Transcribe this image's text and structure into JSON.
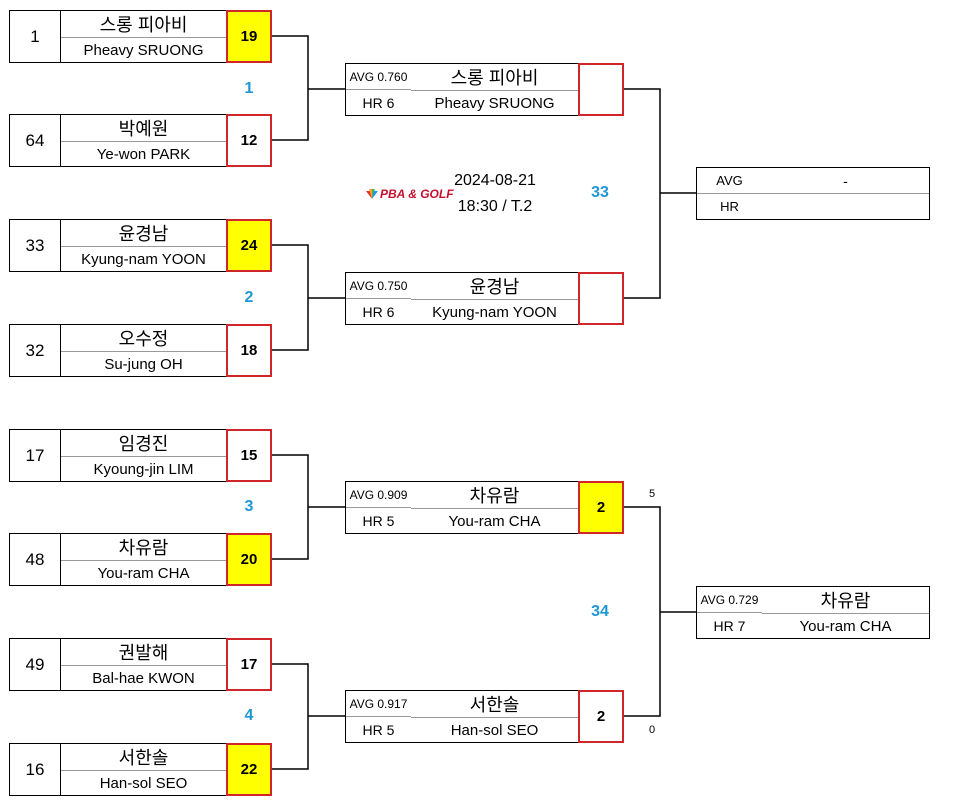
{
  "event": {
    "date": "2024-08-21",
    "time_table": "18:30 / T.2",
    "logo_text": "PBA & GOLF"
  },
  "colors": {
    "match_number": "#1f97d6",
    "winner_fill": "#ffff00",
    "score_border": "#d0262a"
  },
  "round1": [
    {
      "seed": "1",
      "name_kr": "스롱 피아비",
      "name_en": "Pheavy SRUONG",
      "score": "19",
      "winner": true
    },
    {
      "seed": "64",
      "name_kr": "박예원",
      "name_en": "Ye-won PARK",
      "score": "12",
      "winner": false
    },
    {
      "seed": "33",
      "name_kr": "윤경남",
      "name_en": "Kyung-nam YOON",
      "score": "24",
      "winner": true
    },
    {
      "seed": "32",
      "name_kr": "오수정",
      "name_en": "Su-jung OH",
      "score": "18",
      "winner": false
    },
    {
      "seed": "17",
      "name_kr": "임경진",
      "name_en": "Kyoung-jin LIM",
      "score": "15",
      "winner": false
    },
    {
      "seed": "48",
      "name_kr": "차유람",
      "name_en": "You-ram CHA",
      "score": "20",
      "winner": true
    },
    {
      "seed": "49",
      "name_kr": "권발해",
      "name_en": "Bal-hae KWON",
      "score": "17",
      "winner": false
    },
    {
      "seed": "16",
      "name_kr": "서한솔",
      "name_en": "Han-sol SEO",
      "score": "22",
      "winner": true
    }
  ],
  "match_numbers": [
    "1",
    "2",
    "3",
    "4",
    "33",
    "34"
  ],
  "round2": [
    {
      "avg": "AVG 0.760",
      "hr": "HR 6",
      "name_kr": "스롱 피아비",
      "name_en": "Pheavy SRUONG",
      "score": "",
      "winner": false
    },
    {
      "avg": "AVG 0.750",
      "hr": "HR 6",
      "name_kr": "윤경남",
      "name_en": "Kyung-nam YOON",
      "score": "",
      "winner": false
    },
    {
      "avg": "AVG 0.909",
      "hr": "HR 5",
      "name_kr": "차유람",
      "name_en": "You-ram CHA",
      "score": "2",
      "winner": true
    },
    {
      "avg": "AVG 0.917",
      "hr": "HR 5",
      "name_kr": "서한솔",
      "name_en": "Han-sol SEO",
      "score": "2",
      "winner": false
    }
  ],
  "tiebreak": {
    "top": "5",
    "bottom": "0"
  },
  "round3": [
    {
      "avg": "AVG",
      "hr": "HR",
      "name_kr": "-",
      "name_en": ""
    },
    {
      "avg": "AVG 0.729",
      "hr": "HR 7",
      "name_kr": "차유람",
      "name_en": "You-ram CHA"
    }
  ]
}
